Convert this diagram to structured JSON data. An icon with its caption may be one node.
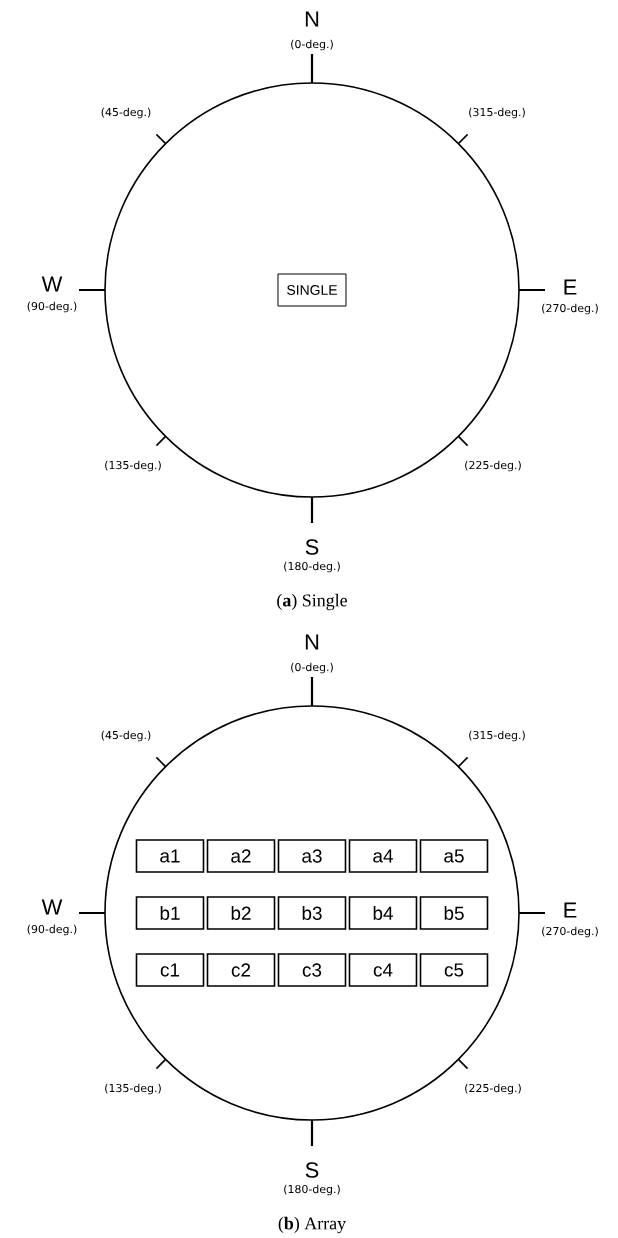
{
  "diagram": {
    "nodes": [
      {
        "text": [],
        "shape": "circle"
      },
      {
        "text": [
          "SINGLE"
        ],
        "in": 0
      },
      {
        "text": [],
        "shape": "circle"
      },
      {
        "text": [
          "a1"
        ],
        "in": 2
      },
      {
        "text": [
          "a2"
        ],
        "in": 2
      },
      {
        "text": [
          "a3"
        ],
        "in": 2
      },
      {
        "text": [
          "a4"
        ],
        "in": 2
      },
      {
        "text": [
          "a5"
        ],
        "in": 2
      },
      {
        "text": [
          "b1"
        ],
        "in": 2
      },
      {
        "text": [
          "b2"
        ],
        "in": 2
      },
      {
        "text": [
          "b3"
        ],
        "in": 2
      },
      {
        "text": [
          "b4"
        ],
        "in": 2
      },
      {
        "text": [
          "b5"
        ],
        "in": 2
      },
      {
        "text": [
          "c1"
        ],
        "in": 2
      },
      {
        "text": [
          "c2"
        ],
        "in": 2
      },
      {
        "text": [
          "c3"
        ],
        "in": 2
      },
      {
        "text": [
          "c4"
        ],
        "in": 2
      },
      {
        "text": [
          "c5"
        ],
        "in": 2
      }
    ],
    "labels": [
      "N",
      "(0-deg.)",
      "(45-deg.)",
      "(315-deg.)",
      "W",
      "(90-deg.)",
      "E",
      "(270-deg.)",
      "(135-deg.)",
      "(225-deg.)",
      "S",
      "(180-deg.)",
      "(**a**) Single",
      "N",
      "(0-deg.)",
      "(45-deg.)",
      "(315-deg.)",
      "W",
      "(90-deg.)",
      "E",
      "(270-deg.)",
      "(135-deg.)",
      "(225-deg.)",
      "S",
      "(180-deg.)",
      "(**b**) Array"
    ]
  }
}
